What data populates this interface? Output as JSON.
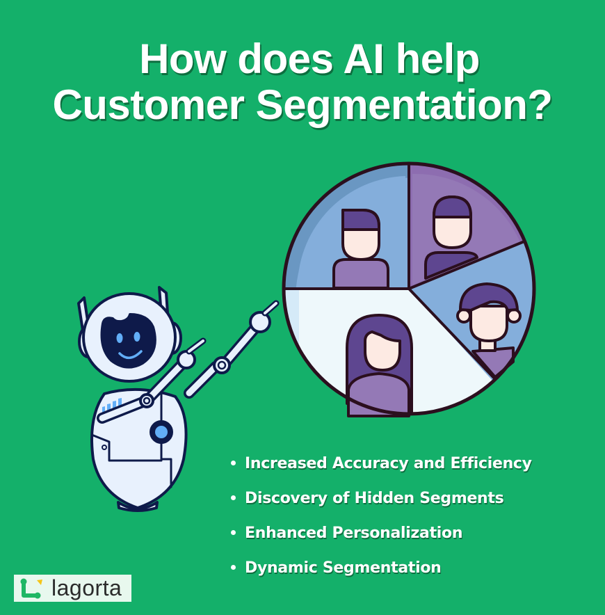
{
  "title": {
    "line1": "How does AI help",
    "line2": "Customer Segmentation?"
  },
  "benefits": [
    "Increased Accuracy and Efficiency",
    "Discovery of Hidden Segments",
    "Enhanced Personalization",
    "Dynamic Segmentation"
  ],
  "illustration": {
    "robot_icon": "robot-pointing-icon",
    "pie_icon": "customer-segments-pie-icon",
    "segments": 4
  },
  "logo": {
    "text": "lagorta",
    "icon": "lagorta-logo-icon"
  },
  "colors": {
    "background": "#14b06a",
    "title": "#ffffff",
    "pie_blue": "#84aedb",
    "pie_purple": "#9479b6",
    "pie_light": "#eef8fb",
    "outline": "#2b0f1e",
    "robot_body": "#e8f1fd",
    "robot_face": "#0e1a4a",
    "robot_accent": "#62aef7"
  }
}
